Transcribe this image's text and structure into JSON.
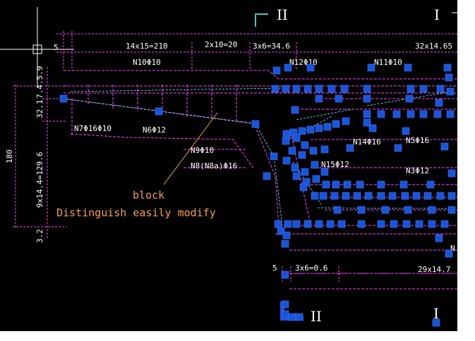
{
  "app": {
    "canvas_color": "#000000",
    "dimension_color": "#ff40ff",
    "grip_color": "#1c54d8",
    "annotation_color": "#f0a050",
    "rebar_color": "#60ffff",
    "crosshair_color": "#ffffff"
  },
  "section_marks": {
    "left": "II",
    "right": "I",
    "bottom_left": "II",
    "bottom_right": "I"
  },
  "top_dimensions": {
    "d1": "5",
    "d2": "14x15=210",
    "d3": "2x10=20",
    "d4": "3x6=34.6",
    "d5": "32x14.65"
  },
  "bottom_dimensions": {
    "d1": "5",
    "d2": "3x6=0.6",
    "d3": "29x14.7"
  },
  "left_dimensions": {
    "total": "180",
    "upper": "7.4.5.9",
    "middle_small": "32.1",
    "lower": "9x14.4=129.6",
    "bottom": "3.2"
  },
  "rebar_labels": {
    "n10": "N10Φ10",
    "n12": "N12Φ10",
    "n11": "N11Φ10",
    "n7": "N7Φ16Φ10",
    "n6": "N6Φ12",
    "n9": "N9Φ10",
    "n8": "N8(N8a)Φ16",
    "n14": "N14Φ16",
    "n5": "N5Φ16",
    "n15": "N15Φ12",
    "n3": "N3Φ12",
    "n_right": "N"
  },
  "annotation": {
    "line1": "block",
    "line2": "Distinguish easily modify"
  }
}
